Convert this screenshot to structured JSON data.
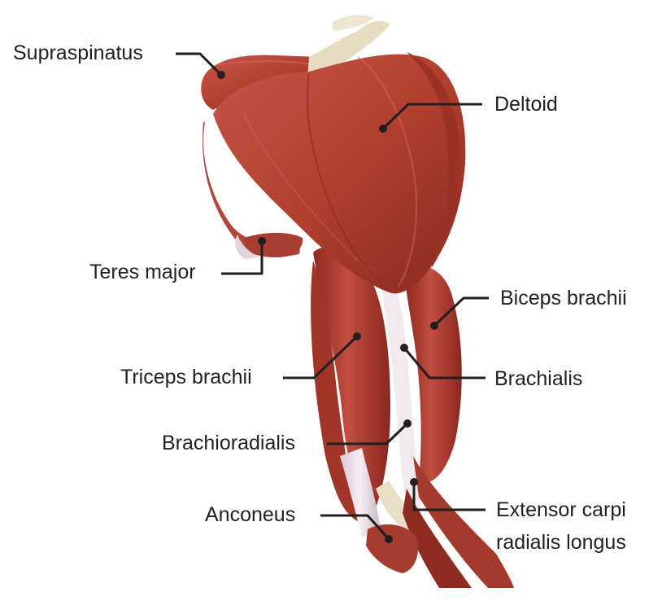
{
  "title": "",
  "colors": {
    "muscle": "#a8392c",
    "muscle_dark": "#7a2119",
    "muscle_light": "#c9574a",
    "tendon": "#e8dfcf",
    "fascia": "#e3d3df",
    "label_text": "#231f20"
  },
  "labels": {
    "supraspinatus": "Supraspinatus",
    "deltoid": "Deltoid",
    "teres_major": "Teres major",
    "biceps_brachii": "Biceps brachii",
    "triceps_brachii": "Triceps brachii",
    "brachialis": "Brachialis",
    "brachioradialis": "Brachioradialis",
    "anconeus": "Anconeus",
    "extensor_line1": "Extensor carpi",
    "extensor_line2": "radialis longus"
  }
}
